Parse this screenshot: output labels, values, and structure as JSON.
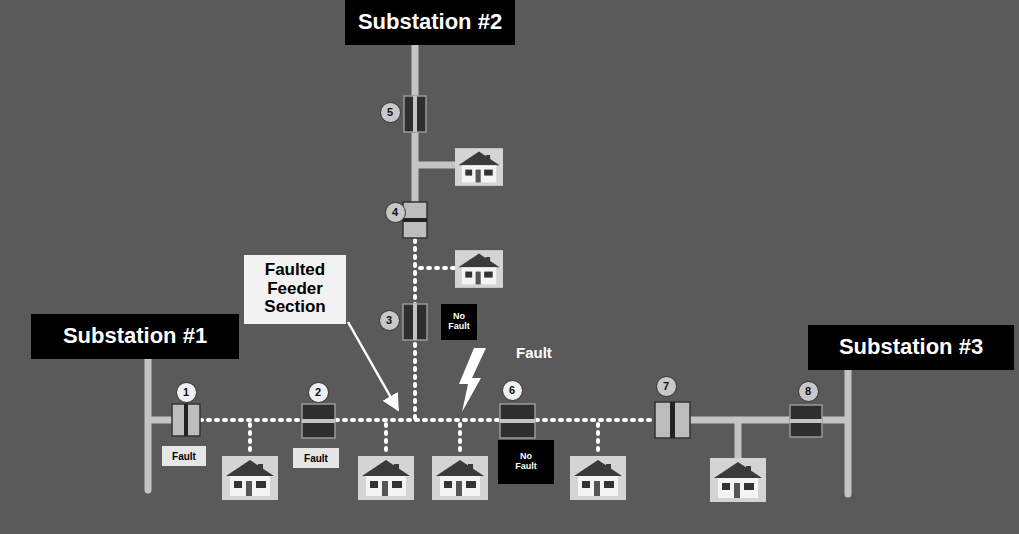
{
  "diagram": {
    "nodes": [
      {
        "text": [
          "Substation #2"
        ]
      },
      {
        "text": [
          "5"
        ]
      },
      {
        "text": [
          "4"
        ]
      },
      {
        "text": [
          "3"
        ]
      },
      {
        "text": [
          "No Fault"
        ]
      },
      {
        "text": [
          "Substation #1"
        ]
      },
      {
        "text": [
          "Faulted Feeder Section"
        ]
      },
      {
        "text": [
          "Substation #3"
        ]
      },
      {
        "text": [
          "1"
        ]
      },
      {
        "text": [
          "2"
        ]
      },
      {
        "text": [
          "6"
        ]
      },
      {
        "text": [
          "7"
        ]
      },
      {
        "text": [
          "8"
        ]
      },
      {
        "text": [
          "Fault"
        ]
      },
      {
        "text": [
          "Fault"
        ]
      },
      {
        "text": [
          "No Fault"
        ]
      }
    ],
    "labels": [
      "Fault"
    ]
  }
}
